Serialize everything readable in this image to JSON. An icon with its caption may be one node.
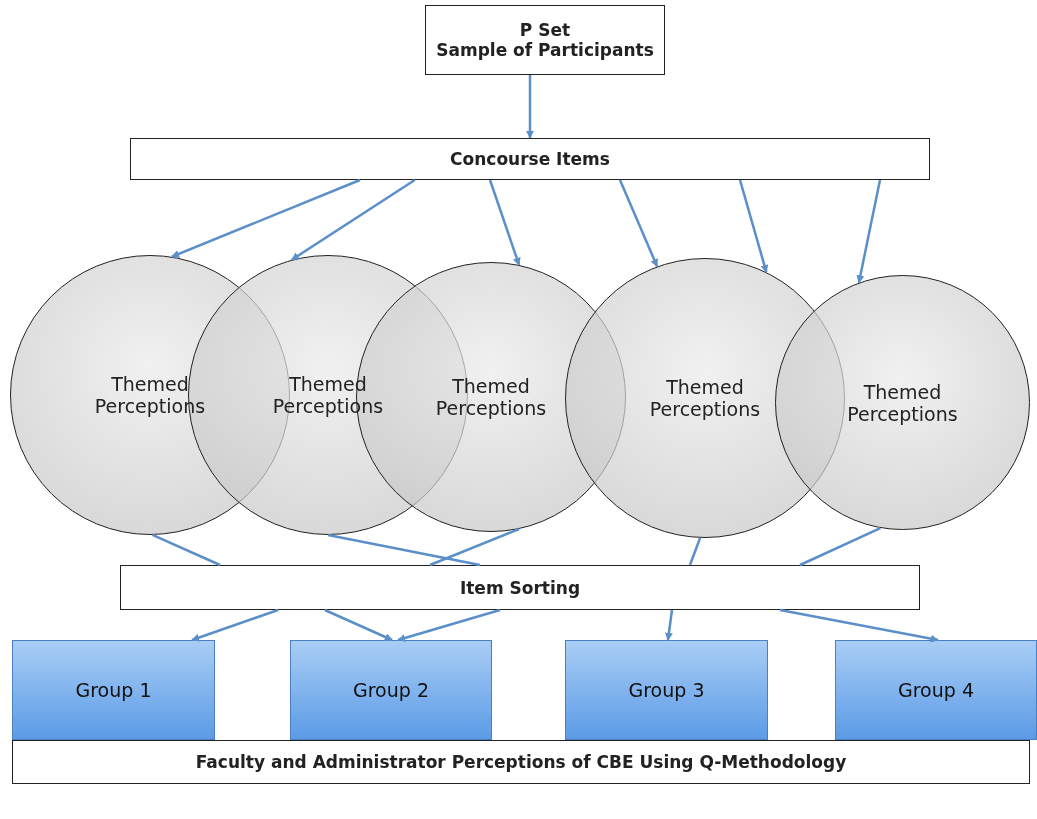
{
  "diagram": {
    "nodes": [
      {
        "text": [
          "P Set",
          "Sample of Participants"
        ]
      },
      {
        "text": [
          "Concourse Items"
        ]
      },
      {
        "text": [
          "Themed Perceptions"
        ]
      },
      {
        "text": [
          "Themed Perceptions"
        ]
      },
      {
        "text": [
          "Themed Perceptions"
        ]
      },
      {
        "text": [
          "Themed Perceptions"
        ]
      },
      {
        "text": [
          "Themed Perceptions"
        ]
      },
      {
        "text": [
          "Item Sorting"
        ]
      },
      {
        "text": [
          "Group 1"
        ]
      },
      {
        "text": [
          "Group 2"
        ]
      },
      {
        "text": [
          "Group 3"
        ]
      },
      {
        "text": [
          "Group 4"
        ]
      },
      {
        "text": [
          "Faculty and Administrator Perceptions of CBE Using Q-Methodology"
        ]
      }
    ],
    "edges": [
      {
        "from": 0,
        "to": 1,
        "arrow": "to"
      },
      {
        "from": 1,
        "to": 2,
        "arrow": "to"
      },
      {
        "from": 1,
        "to": 3,
        "arrow": "to"
      },
      {
        "from": 1,
        "to": 4,
        "arrow": "to"
      },
      {
        "from": 1,
        "to": 5,
        "arrow": "to"
      },
      {
        "from": 1,
        "to": 5,
        "arrow": "to"
      },
      {
        "from": 1,
        "to": 6,
        "arrow": "to"
      },
      {
        "from": 2,
        "to": 7,
        "arrow": "none"
      },
      {
        "from": 3,
        "to": 7,
        "arrow": "none"
      },
      {
        "from": 4,
        "to": 7,
        "arrow": "none"
      },
      {
        "from": 5,
        "to": 7,
        "arrow": "none"
      },
      {
        "from": 6,
        "to": 7,
        "arrow": "none"
      },
      {
        "from": 7,
        "to": 8,
        "arrow": "to"
      },
      {
        "from": 7,
        "to": 9,
        "arrow": "to"
      },
      {
        "from": 7,
        "to": 9,
        "arrow": "to"
      },
      {
        "from": 7,
        "to": 10,
        "arrow": "to"
      },
      {
        "from": 7,
        "to": 11,
        "arrow": "to"
      }
    ]
  }
}
